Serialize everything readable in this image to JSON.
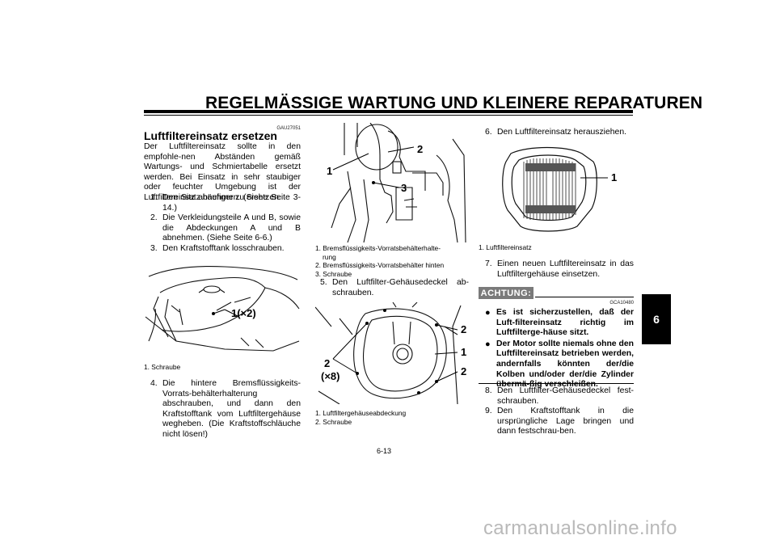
{
  "header": {
    "title": "REGELMÄSSIGE WARTUNG UND KLEINERE REPARATUREN"
  },
  "side_tab": {
    "label": "6"
  },
  "col1": {
    "code": "GAU27051",
    "title": "Luftfiltereinsatz ersetzen",
    "intro": "Der Luftfiltereinsatz sollte in den empfohle-nen Abständen gemäß Wartungs- und Schmiertabelle ersetzt werden. Bei Einsatz in sehr staubiger oder feuchter Umgebung ist der Luftfiltereinsatz häufiger zu ersetzen.",
    "steps": [
      {
        "n": "1.",
        "t": "Den Sitz abnehmen. (Siehe Seite 3-14.)"
      },
      {
        "n": "2.",
        "t": "Die Verkleidungsteile A und B, sowie die Abdeckungen A und B abnehmen. (Siehe Seite 6-6.)"
      },
      {
        "n": "3.",
        "t": "Den Kraftstofftank losschrauben."
      }
    ],
    "fig_callout": "1(×2)",
    "fig_caption": [
      "1. Schraube"
    ],
    "step4": {
      "n": "4.",
      "t": "Die hintere Bremsflüssigkeits-Vorrats-behälterhalterung abschrauben, und dann den Kraftstofftank vom Luftfiltergehäuse wegheben. (Die Kraftstoffschläuche nicht lösen!)"
    }
  },
  "col2": {
    "fig1_callouts": [
      "1",
      "2",
      "3"
    ],
    "fig1_caption": [
      "1. Bremsflüssigkeits-Vorratsbehälterhalte-",
      "rung",
      "2. Bremsflüssigkeits-Vorratsbehälter hinten",
      "3. Schraube"
    ],
    "step5": {
      "n": "5.",
      "t": "Den Luftfilter-Gehäusedeckel ab-schrauben."
    },
    "fig2_callouts": {
      "left": "2",
      "left_mult": "(×8)",
      "right_top": "2",
      "right_mid": "1",
      "right_bottom": "2"
    },
    "fig2_caption": [
      "1. Luftfiltergehäuseabdeckung",
      "2. Schraube"
    ]
  },
  "col3": {
    "step6": {
      "n": "6.",
      "t": "Den Luftfiltereinsatz herausziehen."
    },
    "fig_callout": "1",
    "fig_caption": [
      "1. Luftfiltereinsatz"
    ],
    "step7": {
      "n": "7.",
      "t": "Einen neuen Luftfiltereinsatz in das Luftfiltergehäuse einsetzen."
    },
    "warning": {
      "label": "ACHTUNG:",
      "code": "GCA10480",
      "bullets": [
        "Es ist sicherzustellen, daß der Luft-filtereinsatz richtig im Luftfilterge-häuse sitzt.",
        "Der Motor sollte niemals ohne den Luftfiltereinsatz betrieben werden, andernfalls könnten der/die Kolben und/oder der/die Zylinder übermä-ßig verschleißen."
      ]
    },
    "step8": {
      "n": "8.",
      "t": "Den Luftfilter-Gehäusedeckel fest-schrauben."
    },
    "step9": {
      "n": "9.",
      "t": "Den Kraftstofftank in die ursprüngliche Lage bringen und dann festschrau-ben."
    }
  },
  "footer": {
    "page": "6-13",
    "watermark": "carmanualsonline.info"
  }
}
